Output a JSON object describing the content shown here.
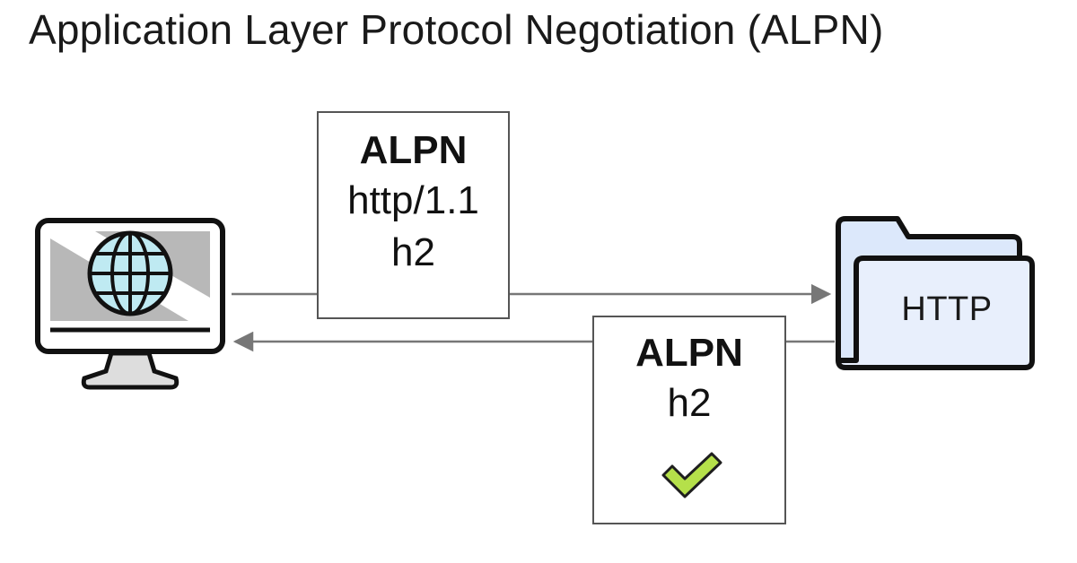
{
  "title": "Application Layer Protocol Negotiation (ALPN)",
  "client": {
    "icon": "computer-globe-icon"
  },
  "server": {
    "icon": "folder-icon",
    "label": "HTTP"
  },
  "request": {
    "heading": "ALPN",
    "protocols": [
      "http/1.1",
      "h2"
    ]
  },
  "response": {
    "heading": "ALPN",
    "protocol": "h2",
    "status_icon": "checkmark-icon"
  },
  "colors": {
    "globe_fill": "#bfeaf2",
    "folder_fill": "#dce8fb",
    "checkmark": "#b5e04a",
    "arrow": "#777777"
  }
}
